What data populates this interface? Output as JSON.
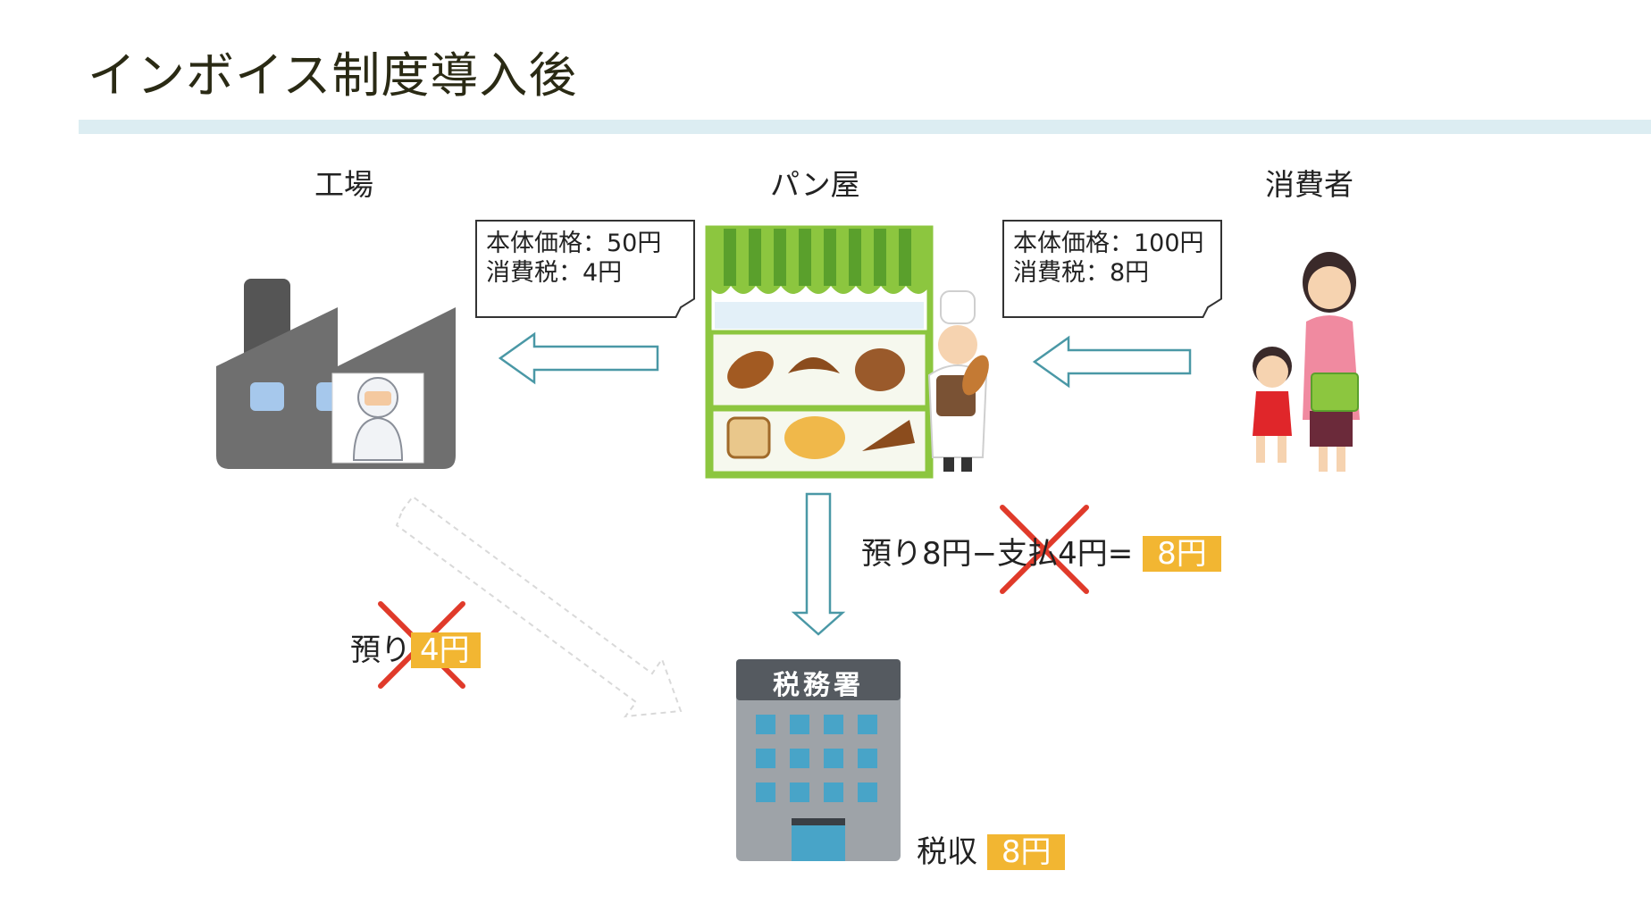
{
  "title": "インボイス制度導入後",
  "labels": {
    "factory": "工場",
    "bakery": "パン屋",
    "consumer": "消費者"
  },
  "callouts": {
    "factory_to_bakery": {
      "line1": "本体価格：50円",
      "line2": "消費税：4円"
    },
    "bakery_to_consumer": {
      "line1": "本体価格：100円",
      "line2": "消費税：8円"
    }
  },
  "bakery_tax": {
    "prefix": "預り8円−支",
    "crossed": "払",
    "suffix": "4円=",
    "result": "8円"
  },
  "factory_tax": {
    "prefix": "預り",
    "result": "4円"
  },
  "tax_office": {
    "sign": "税務署",
    "revenue_label": "税収",
    "revenue_value": "8円"
  },
  "colors": {
    "highlight": "#f2b632",
    "arrow_stroke": "#4a98a6",
    "cross": "#e03a2a",
    "awning_green": "#8cc63f",
    "factory_gray": "#6f6f6f",
    "building_gray": "#9ea3a8"
  },
  "icons": [
    "factory-icon",
    "bakery-shop-icon",
    "baker-icon",
    "mother-child-icon",
    "tax-office-building-icon"
  ]
}
